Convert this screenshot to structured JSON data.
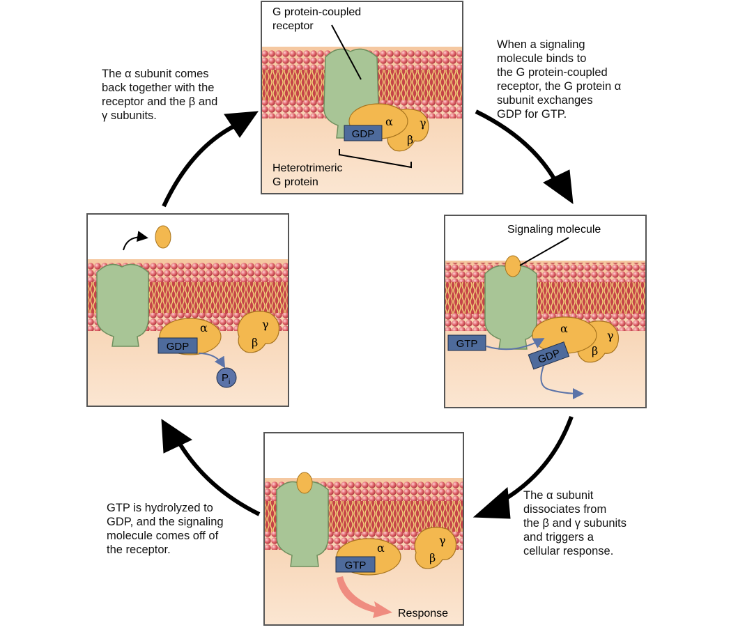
{
  "captions": {
    "top_left": "The α subunit comes\nback together with the\nreceptor and the β and\nγ subunits.",
    "top_right": "When a signaling\nmolecule binds to\nthe G protein-coupled\nreceptor, the G protein α\nsubunit exchanges\nGDP for GTP.",
    "bottom_left": "GTP is hydrolyzed to\nGDP, and the signaling\nmolecule comes off of\nthe receptor.",
    "bottom_right": "The α subunit\ndissociates from\nthe β and γ subunits\nand triggers a\ncellular response."
  },
  "labels": {
    "gpcr_line1": "G protein-coupled",
    "gpcr_line2": "receptor",
    "hetero_line1": "Heterotrimeric",
    "hetero_line2": "G protein",
    "signaling_molecule": "Signaling molecule",
    "response": "Response",
    "pi_main": "P",
    "pi_sub": "i"
  },
  "molecules": {
    "gdp": "GDP",
    "gtp": "GTP",
    "alpha": "α",
    "beta": "β",
    "gamma": "γ"
  },
  "colors": {
    "membrane_head": "#d9505a",
    "membrane_tail": "#e9c87a",
    "cytoplasm": "#f7d2b0",
    "receptor": "#a8c596",
    "g_protein": "#f3b84f",
    "nucleotide_box": "#4e6b9c",
    "phosphate": "#5b73a8",
    "response_arrow": "#ef8c80",
    "cycle_arrow": "#000000"
  }
}
